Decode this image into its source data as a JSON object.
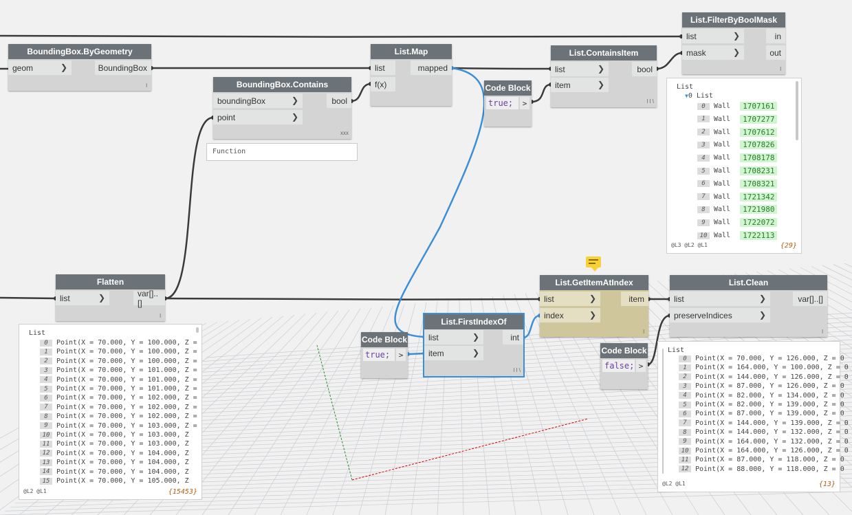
{
  "nodes": {
    "bbox_geom": {
      "title": "BoundingBox.ByGeometry",
      "in": [
        "geom"
      ],
      "out": [
        "BoundingBox"
      ],
      "lacing": "l"
    },
    "bbox_contains": {
      "title": "BoundingBox.Contains",
      "in": [
        "boundingBox",
        "point"
      ],
      "out": [
        "bool"
      ],
      "lacing": "xxx"
    },
    "list_map": {
      "title": "List.Map",
      "in": [
        "list",
        "f(x)"
      ],
      "out": [
        "mapped"
      ]
    },
    "contains_item": {
      "title": "List.ContainsItem",
      "in": [
        "list",
        "item"
      ],
      "out": [
        "bool"
      ],
      "lacing": "l l \\"
    },
    "filter_mask": {
      "title": "List.FilterByBoolMask",
      "in": [
        "list",
        "mask"
      ],
      "out": [
        "in",
        "out"
      ],
      "lacing": "l"
    },
    "code_block_1": {
      "title": "Code Block",
      "code": "true;",
      "out": ">"
    },
    "flatten": {
      "title": "Flatten",
      "in": [
        "list"
      ],
      "out": [
        "var[]..[]"
      ],
      "lacing": "l"
    },
    "get_item": {
      "title": "List.GetItemAtIndex",
      "in": [
        "list",
        "index"
      ],
      "out": [
        "item"
      ],
      "lacing": "l"
    },
    "first_index": {
      "title": "List.FirstIndexOf",
      "in": [
        "list",
        "item"
      ],
      "out": [
        "int"
      ],
      "lacing": "l l \\"
    },
    "code_block_2": {
      "title": "Code Block",
      "code": "true;",
      "out": ">"
    },
    "list_clean": {
      "title": "List.Clean",
      "in": [
        "list",
        "preserveIndices"
      ],
      "out": [
        "var[]..[]"
      ],
      "lacing": "l"
    },
    "code_block_3": {
      "title": "Code Block",
      "code": "false;",
      "out": ">"
    }
  },
  "function_label": "Function",
  "previews": {
    "walls": {
      "root": "List",
      "sub": "0 List",
      "items": [
        {
          "i": "0",
          "t": "Wall",
          "v": "1707161"
        },
        {
          "i": "1",
          "t": "Wall",
          "v": "1707277"
        },
        {
          "i": "2",
          "t": "Wall",
          "v": "1707612"
        },
        {
          "i": "3",
          "t": "Wall",
          "v": "1707826"
        },
        {
          "i": "4",
          "t": "Wall",
          "v": "1708178"
        },
        {
          "i": "5",
          "t": "Wall",
          "v": "1708231"
        },
        {
          "i": "6",
          "t": "Wall",
          "v": "1708321"
        },
        {
          "i": "7",
          "t": "Wall",
          "v": "1721342"
        },
        {
          "i": "8",
          "t": "Wall",
          "v": "1721980"
        },
        {
          "i": "9",
          "t": "Wall",
          "v": "1722072"
        },
        {
          "i": "10",
          "t": "Wall",
          "v": "1722113"
        }
      ],
      "levels": "@L3 @L2 @L1",
      "count": "{29}"
    },
    "points": {
      "root": "List",
      "items": [
        {
          "i": "0",
          "t": "Point(X = 70.000, Y = 100.000, Z ="
        },
        {
          "i": "1",
          "t": "Point(X = 70.000, Y = 100.000, Z ="
        },
        {
          "i": "2",
          "t": "Point(X = 70.000, Y = 100.000, Z ="
        },
        {
          "i": "3",
          "t": "Point(X = 70.000, Y = 101.000, Z ="
        },
        {
          "i": "4",
          "t": "Point(X = 70.000, Y = 101.000, Z ="
        },
        {
          "i": "5",
          "t": "Point(X = 70.000, Y = 101.000, Z ="
        },
        {
          "i": "6",
          "t": "Point(X = 70.000, Y = 102.000, Z ="
        },
        {
          "i": "7",
          "t": "Point(X = 70.000, Y = 102.000, Z ="
        },
        {
          "i": "8",
          "t": "Point(X = 70.000, Y = 102.000, Z ="
        },
        {
          "i": "9",
          "t": "Point(X = 70.000, Y = 103.000, Z ="
        },
        {
          "i": "10",
          "t": "Point(X = 70.000, Y = 103.000, Z"
        },
        {
          "i": "11",
          "t": "Point(X = 70.000, Y = 103.000, Z"
        },
        {
          "i": "12",
          "t": "Point(X = 70.000, Y = 104.000, Z"
        },
        {
          "i": "13",
          "t": "Point(X = 70.000, Y = 104.000, Z"
        },
        {
          "i": "14",
          "t": "Point(X = 70.000, Y = 104.000, Z"
        },
        {
          "i": "15",
          "t": "Point(X = 70.000, Y = 105.000, Z"
        }
      ],
      "levels": "@L2 @L1",
      "count": "{15453}"
    },
    "clean": {
      "root": "List",
      "items": [
        {
          "i": "0",
          "t": "Point(X = 70.000, Y = 126.000, Z = 0"
        },
        {
          "i": "1",
          "t": "Point(X = 164.000, Y = 100.000, Z = 0"
        },
        {
          "i": "2",
          "t": "Point(X = 144.000, Y = 126.000, Z = 0"
        },
        {
          "i": "3",
          "t": "Point(X = 87.000, Y = 126.000, Z = 0"
        },
        {
          "i": "4",
          "t": "Point(X = 82.000, Y = 134.000, Z = 0"
        },
        {
          "i": "5",
          "t": "Point(X = 82.000, Y = 139.000, Z = 0"
        },
        {
          "i": "6",
          "t": "Point(X = 87.000, Y = 139.000, Z = 0"
        },
        {
          "i": "7",
          "t": "Point(X = 144.000, Y = 139.000, Z = 0"
        },
        {
          "i": "8",
          "t": "Point(X = 144.000, Y = 132.000, Z = 0"
        },
        {
          "i": "9",
          "t": "Point(X = 164.000, Y = 132.000, Z = 0"
        },
        {
          "i": "10",
          "t": "Point(X = 164.000, Y = 126.000, Z = 0"
        },
        {
          "i": "11",
          "t": "Point(X = 87.000, Y = 118.000, Z = 0"
        },
        {
          "i": "12",
          "t": "Point(X = 88.000, Y = 118.000, Z = 0"
        }
      ],
      "levels": "@L2 @L1",
      "count": "{13}"
    }
  },
  "colors": {
    "canvas": "#f1f1f1",
    "header": "#6b7378",
    "wire": "#3a3a3a",
    "wire_selected": "#3c8fd7",
    "node_yellow": "#cfc69c",
    "axis_x": "#d40000",
    "axis_y": "#2e8b2e"
  },
  "icons": {
    "note": "comment-icon"
  }
}
